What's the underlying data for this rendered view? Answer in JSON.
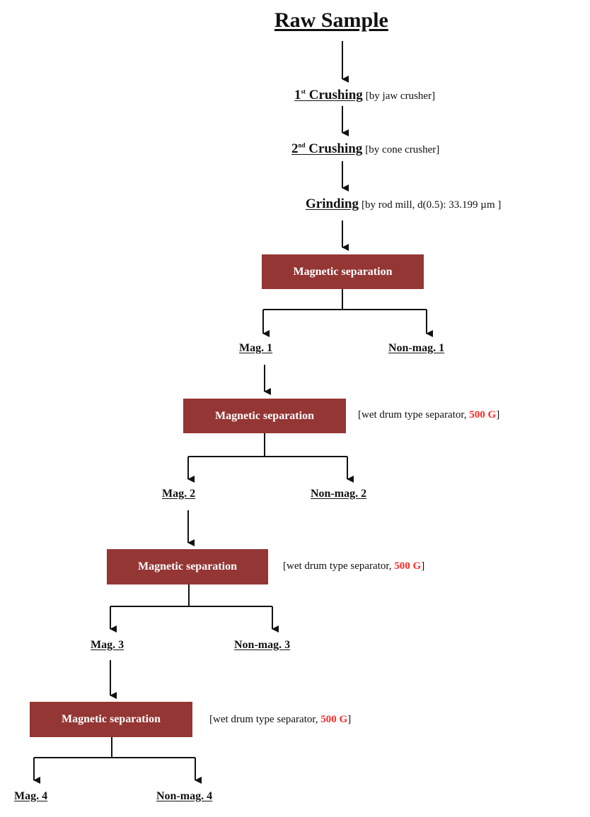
{
  "title": "Raw Sample",
  "steps": [
    {
      "name_main": "1",
      "name_sup": "st",
      "name_rest": " Crushing",
      "note": "[by jaw crusher]"
    },
    {
      "name_main": "2",
      "name_sup": "nd",
      "name_rest": " Crushing",
      "note": "[by cone crusher]"
    },
    {
      "name_main": "Grinding",
      "name_sup": "",
      "name_rest": "",
      "note": "[by rod mill, d(0.5): 33.199 µm ]"
    }
  ],
  "stages": [
    {
      "box_label": "Magnetic separation",
      "condition": "",
      "mag": "Mag. 1",
      "nonmag": "Non-mag. 1"
    },
    {
      "box_label": "Magnetic separation",
      "condition": {
        "prefix": "[wet drum type separator, ",
        "value": "500 G",
        "suffix": "]"
      },
      "mag": "Mag. 2",
      "nonmag": "Non-mag. 2"
    },
    {
      "box_label": "Magnetic separation",
      "condition": {
        "prefix": "[wet drum type separator, ",
        "value": "500 G",
        "suffix": "]"
      },
      "mag": "Mag. 3",
      "nonmag": "Non-mag. 3"
    },
    {
      "box_label": "Magnetic separation",
      "condition": {
        "prefix": "[wet drum type separator, ",
        "value": "500 G",
        "suffix": "]"
      },
      "mag": "Mag. 4",
      "nonmag": "Non-mag. 4"
    }
  ],
  "colors": {
    "box_fill": "#943634",
    "box_text": "#ffffff",
    "condition_value": "#ff2a2a",
    "line": "#111111"
  }
}
